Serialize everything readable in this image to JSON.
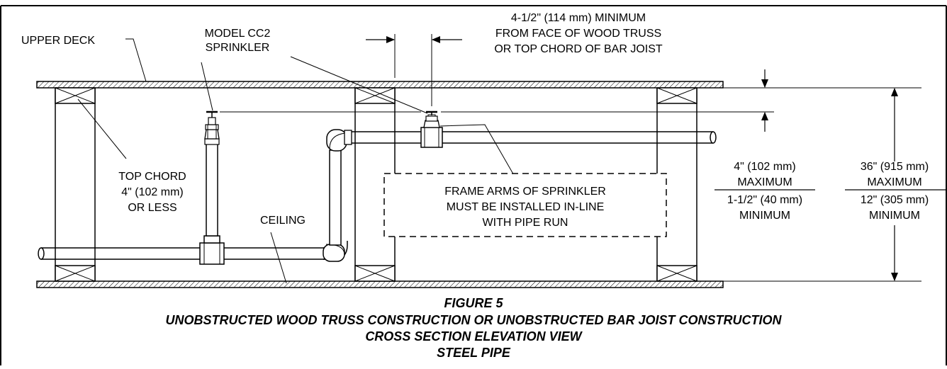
{
  "labels": {
    "upper_deck": "UPPER DECK",
    "sprinkler_line1": "MODEL CC2",
    "sprinkler_line2": "SPRINKLER",
    "top_chord_line1": "TOP CHORD",
    "top_chord_line2": "4\" (102 mm)",
    "top_chord_line3": "OR LESS",
    "ceiling": "CEILING",
    "min_dist_line1": "4-1/2\" (114 mm) MINIMUM",
    "min_dist_line2": "FROM FACE OF WOOD TRUSS",
    "min_dist_line3": "OR TOP CHORD OF BAR JOIST",
    "note_line1": "FRAME ARMS OF SPRINKLER",
    "note_line2": "MUST BE INSTALLED IN-LINE",
    "note_line3": "WITH PIPE RUN",
    "deflector_max_value": "4\" (102 mm)",
    "deflector_max_word": "MAXIMUM",
    "deflector_min_value": "1-1/2\" (40 mm)",
    "deflector_min_word": "MINIMUM",
    "depth_max_value": "36\" (915 mm)",
    "depth_max_word": "MAXIMUM",
    "depth_min_value": "12\" (305 mm)",
    "depth_min_word": "MINIMUM"
  },
  "caption": {
    "figure": "FIGURE 5",
    "line1": "UNOBSTRUCTED WOOD TRUSS CONSTRUCTION OR UNOBSTRUCTED BAR JOIST CONSTRUCTION",
    "line2": "CROSS SECTION ELEVATION VIEW",
    "line3": "STEEL PIPE"
  }
}
